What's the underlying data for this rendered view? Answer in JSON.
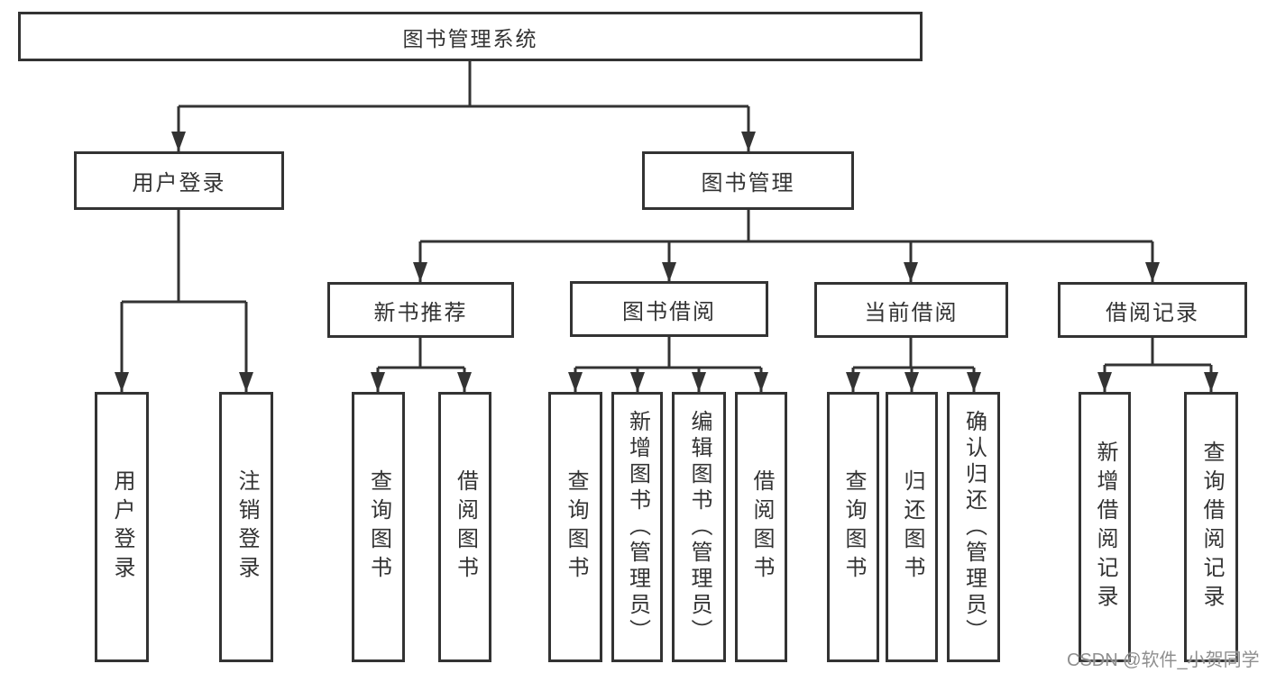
{
  "diagram": {
    "root": {
      "label": "图书管理系统"
    },
    "branches": [
      {
        "label": "用户登录",
        "children": [
          {
            "label": "用户登录"
          },
          {
            "label": "注销登录"
          }
        ]
      },
      {
        "label": "图书管理",
        "sections": [
          {
            "label": "新书推荐",
            "children": [
              {
                "label": "查询图书"
              },
              {
                "label": "借阅图书"
              }
            ]
          },
          {
            "label": "图书借阅",
            "children": [
              {
                "label": "查询图书"
              },
              {
                "label": "新增图书（管理员）"
              },
              {
                "label": "编辑图书（管理员）"
              },
              {
                "label": "借阅图书"
              }
            ]
          },
          {
            "label": "当前借阅",
            "children": [
              {
                "label": "查询图书"
              },
              {
                "label": "归还图书"
              },
              {
                "label": "确认归还（管理员）"
              }
            ]
          },
          {
            "label": "借阅记录",
            "children": [
              {
                "label": "新增借阅记录"
              },
              {
                "label": "查询借阅记录"
              }
            ]
          }
        ]
      }
    ]
  },
  "watermark": {
    "text": "CSDN @软件_小贺同学"
  },
  "colors": {
    "line": "#333333",
    "box_border": "#333333",
    "box_fill": "#ffffff",
    "text": "#333333",
    "watermark": "#8f8f8f"
  }
}
